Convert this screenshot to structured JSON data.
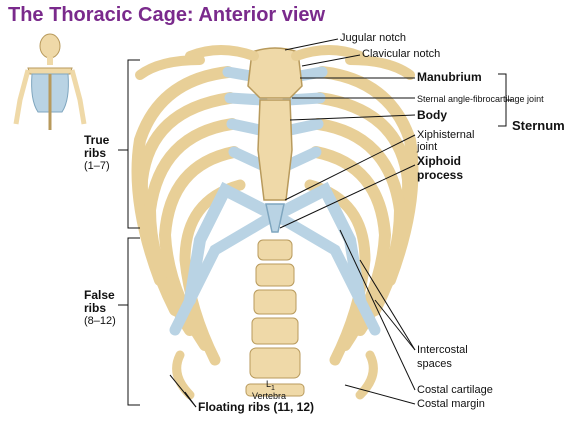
{
  "title": "The Thoracic Cage: Anterior view",
  "labels": {
    "jugular_notch": "Jugular notch",
    "clavicular_notch": "Clavicular notch",
    "manubrium": "Manubrium",
    "sternal_angle": "Sternal angle-fibrocartilage joint",
    "body": "Body",
    "sternum": "Sternum",
    "xiphisternal_line1": "Xiphisternal",
    "xiphisternal_line2": "joint",
    "xiphoid_line1": "Xiphoid",
    "xiphoid_line2": "process",
    "intercostal_line1": "Intercostal",
    "intercostal_line2": "spaces",
    "costal_cartilage": "Costal cartilage",
    "costal_margin": "Costal margin",
    "floating_ribs": "Floating ribs (11, 12)",
    "vertebra_id": "L",
    "vertebra_sub": "1",
    "vertebra_word": "Vertebra"
  },
  "groups": {
    "true_ribs": {
      "line1": "True",
      "line2": "ribs",
      "range": "(1–7)"
    },
    "false_ribs": {
      "line1": "False",
      "line2": "ribs",
      "range": "(8–12)"
    }
  },
  "colors": {
    "title": "#7a2a8c",
    "bone": "#efd9a8",
    "bone_edge": "#b89a5c",
    "cartilage": "#b9d3e4",
    "cartilage_edge": "#7fa6bf",
    "leader": "#111111"
  }
}
